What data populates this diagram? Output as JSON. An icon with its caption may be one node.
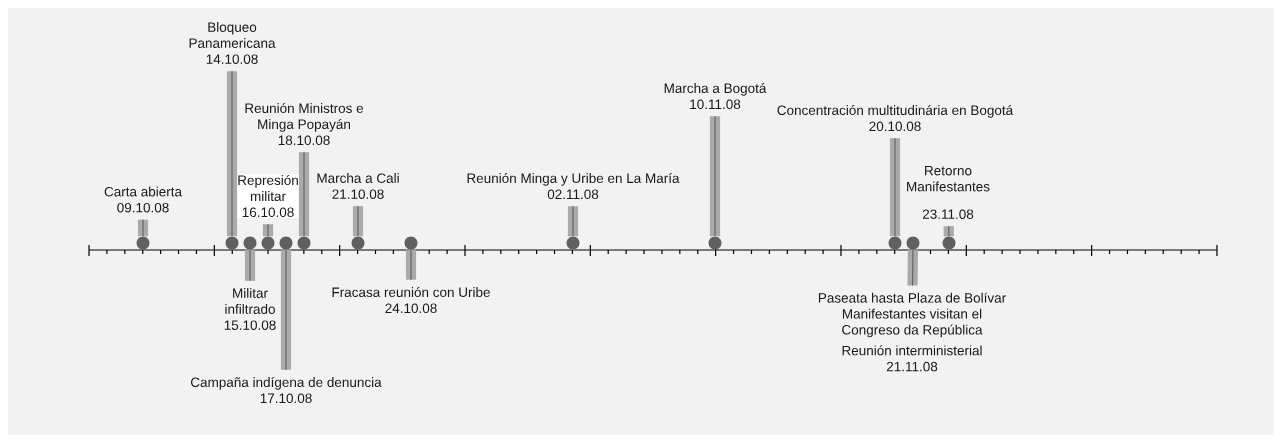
{
  "diagram": {
    "nodes": [
      {
        "text": [
          "Carta abierta 09.10.08"
        ]
      },
      {
        "text": [],
        "shape": "circle"
      },
      {
        "text": [
          "Bloqueo Panamericana 14.10.08"
        ]
      },
      {
        "text": [],
        "shape": "circle"
      },
      {
        "text": [
          "Militar infiltrado 15.10.08"
        ]
      },
      {
        "text": [],
        "shape": "circle"
      },
      {
        "text": [
          "Represión militar 16.10.08"
        ]
      },
      {
        "text": [],
        "shape": "circle"
      },
      {
        "text": [
          "Campaña indígena de denuncia 17.10.08"
        ]
      },
      {
        "text": [],
        "shape": "circle"
      },
      {
        "text": [
          "Reunión Ministros e Minga Popayán 18.10.08"
        ]
      },
      {
        "text": [],
        "shape": "circle"
      },
      {
        "text": [
          "Marcha a Cali 21.10.08"
        ]
      },
      {
        "text": [],
        "shape": "circle"
      },
      {
        "text": [
          "Fracasa reunión con Uribe 24.10.08"
        ]
      },
      {
        "text": [],
        "shape": "circle"
      },
      {
        "text": [
          "Reunión Minga y Uribe en La María 02.11.08"
        ]
      },
      {
        "text": [],
        "shape": "circle"
      },
      {
        "text": [
          "Marcha a Bogotá 10.11.08"
        ]
      },
      {
        "text": [],
        "shape": "circle"
      },
      {
        "text": [
          "Concentración multitudinária en Bogotá 20.10.08"
        ]
      },
      {
        "text": [],
        "shape": "circle"
      },
      {
        "text": [
          "Paseata hasta Plaza de Bolívar",
          "Manifestantes visitan el Congreso da República",
          "Reunión interministerial 21.11.08"
        ]
      },
      {
        "text": [],
        "shape": "circle"
      },
      {
        "text": [
          "Retorno Manifestantes",
          "23.11.08"
        ]
      },
      {
        "text": [],
        "shape": "circle"
      }
    ],
    "edges": [
      {
        "from": 0,
        "to": 1,
        "arrow": "none"
      },
      {
        "from": 2,
        "to": 3,
        "arrow": "none"
      },
      {
        "from": 4,
        "to": 5,
        "arrow": "none"
      },
      {
        "from": 6,
        "to": 7,
        "arrow": "none"
      },
      {
        "from": 8,
        "to": 9,
        "arrow": "none"
      },
      {
        "from": 10,
        "to": 11,
        "arrow": "none"
      },
      {
        "from": 12,
        "to": 13,
        "arrow": "none"
      },
      {
        "from": 14,
        "to": 15,
        "arrow": "none"
      },
      {
        "from": 16,
        "to": 17,
        "arrow": "none"
      },
      {
        "from": 18,
        "to": 19,
        "arrow": "none"
      },
      {
        "from": 20,
        "to": 21,
        "arrow": "none"
      },
      {
        "from": 22,
        "to": 23,
        "arrow": "none"
      },
      {
        "from": 24,
        "to": 25,
        "arrow": "none"
      }
    ]
  }
}
